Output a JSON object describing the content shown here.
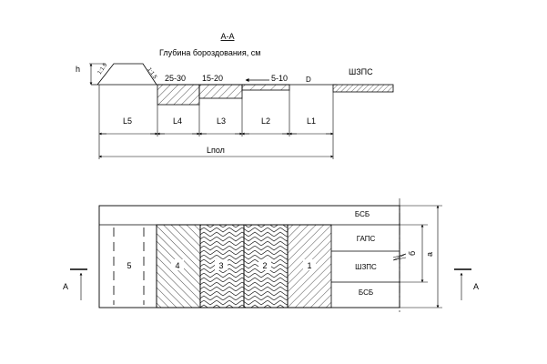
{
  "section": {
    "title": "А-А",
    "depth_caption": "Глубина бороздования, см",
    "depth_labels": [
      "25-30",
      "15-20",
      "5-10"
    ],
    "label_d": "D",
    "label_shzps": "ШЗПС",
    "label_h": "h",
    "length_labels": [
      "L5",
      "L4",
      "L3",
      "L2",
      "L1"
    ],
    "total_length": "Lпол"
  },
  "plan": {
    "zone_numbers": [
      "5",
      "4",
      "3",
      "2",
      "1"
    ],
    "right_labels": [
      "БСБ",
      "ГАПС",
      "ШЗПС",
      "БСБ"
    ],
    "dim_b": "б",
    "dim_a": "a",
    "cut_label": "А"
  }
}
